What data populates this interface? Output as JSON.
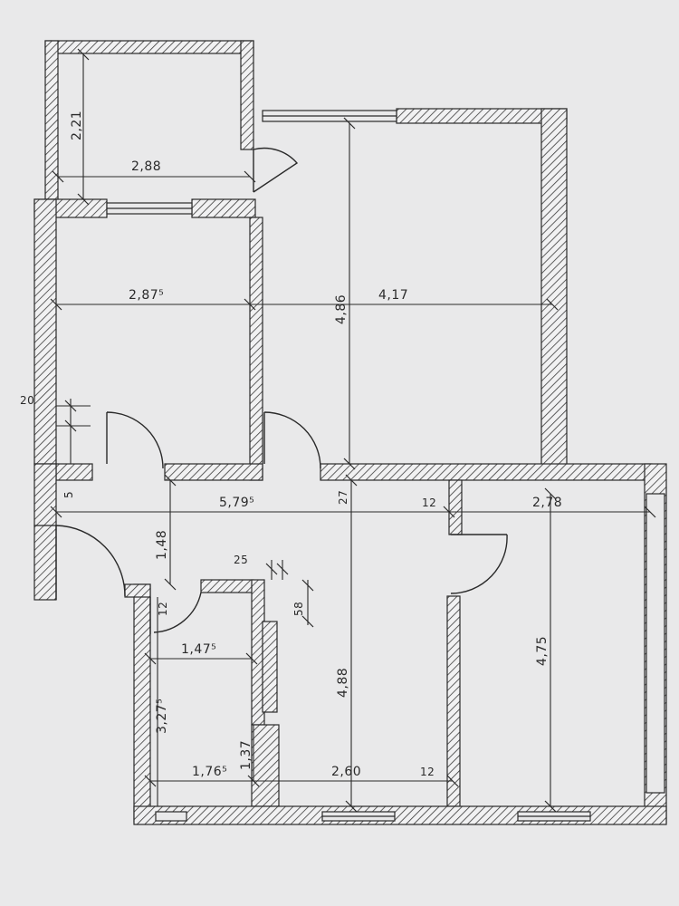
{
  "plan": {
    "colors": {
      "paper": "#e9e9ea",
      "wall_fill": "#f1f1f2",
      "wall_hatch": "#3a3a3a",
      "line": "#2a2a2a"
    },
    "dimensions": {
      "storage_height": "2,21",
      "storage_width": "2,88",
      "room_left_width": "2,87⁵",
      "room_big_height": "4,86",
      "room_big_width": "4,17",
      "wall_left_a": "20",
      "wall_left_b": "5",
      "corridor_width": "5,79⁵",
      "corridor_height": "1,48",
      "wall_27": "27",
      "wall_12_top": "12",
      "room_right_width": "2,78",
      "wall_25": "25",
      "niche_58": "58",
      "wall_12_left": "12",
      "bath_width": "1,47⁵",
      "bath_height": "3,27⁵",
      "kitchen_height": "4,88",
      "room_right_height": "4,75",
      "closet_height": "1,37",
      "bath_bottom_width": "1,76⁵",
      "kitchen_width": "2,60",
      "wall_12_bottom": "12"
    }
  }
}
